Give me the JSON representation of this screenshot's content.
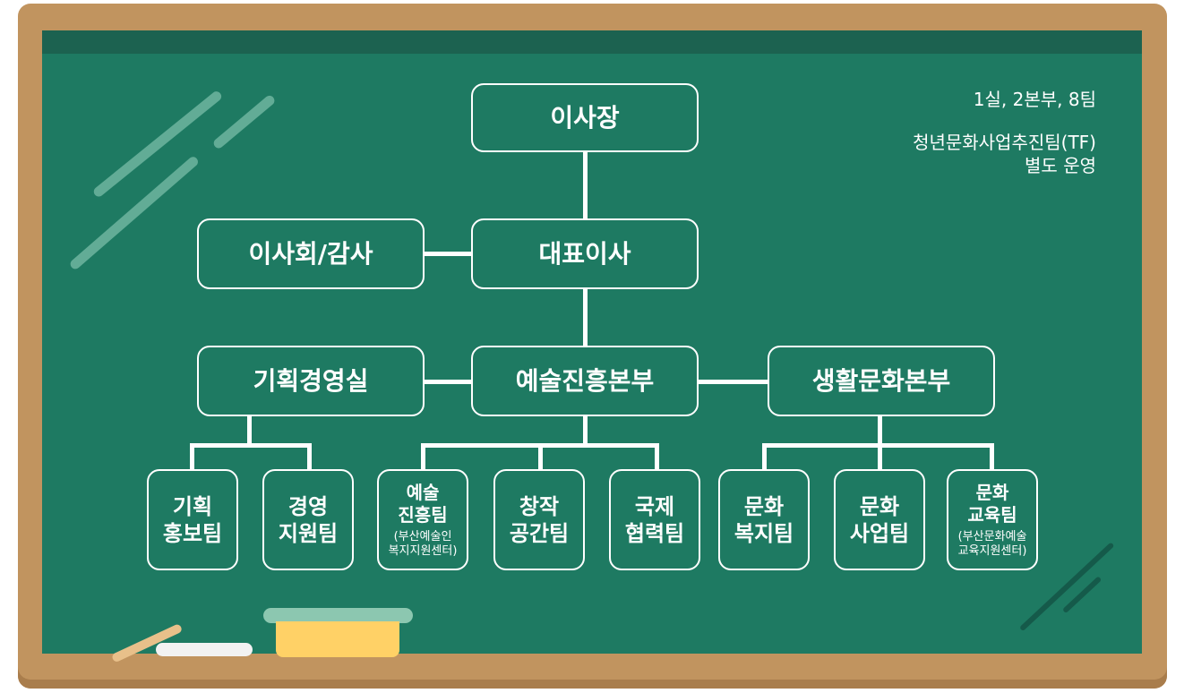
{
  "org": {
    "chairman": "이사장",
    "board_audit": "이사회/감사",
    "ceo": "대표이사",
    "divisions": {
      "planning": "기획경영실",
      "arts": "예술진흥본부",
      "life_culture": "생활문화본부"
    },
    "teams": {
      "pr": [
        "기획",
        "홍보팀"
      ],
      "management": [
        "경영",
        "지원팀"
      ],
      "arts_promo": [
        "예술",
        "진흥팀"
      ],
      "arts_promo_note": [
        "(부산예술인",
        "복지지원센터)"
      ],
      "creative": [
        "창작",
        "공간팀"
      ],
      "intl": [
        "국제",
        "협력팀"
      ],
      "welfare": [
        "문화",
        "복지팀"
      ],
      "business": [
        "문화",
        "사업팀"
      ],
      "education": [
        "문화",
        "교육팀"
      ],
      "education_note": [
        "(부산문화예술",
        "교육지원센터)"
      ]
    }
  },
  "info": {
    "summary": "1실, 2본부, 8팀",
    "tf_line1": "청년문화사업추진팀(TF)",
    "tf_line2": "별도 운영"
  },
  "colors": {
    "board": "#1e7a62",
    "frame": "#c1945f",
    "line": "#ffffff",
    "eraser": "#ffd166",
    "eraser_top": "#8cc7b0"
  }
}
